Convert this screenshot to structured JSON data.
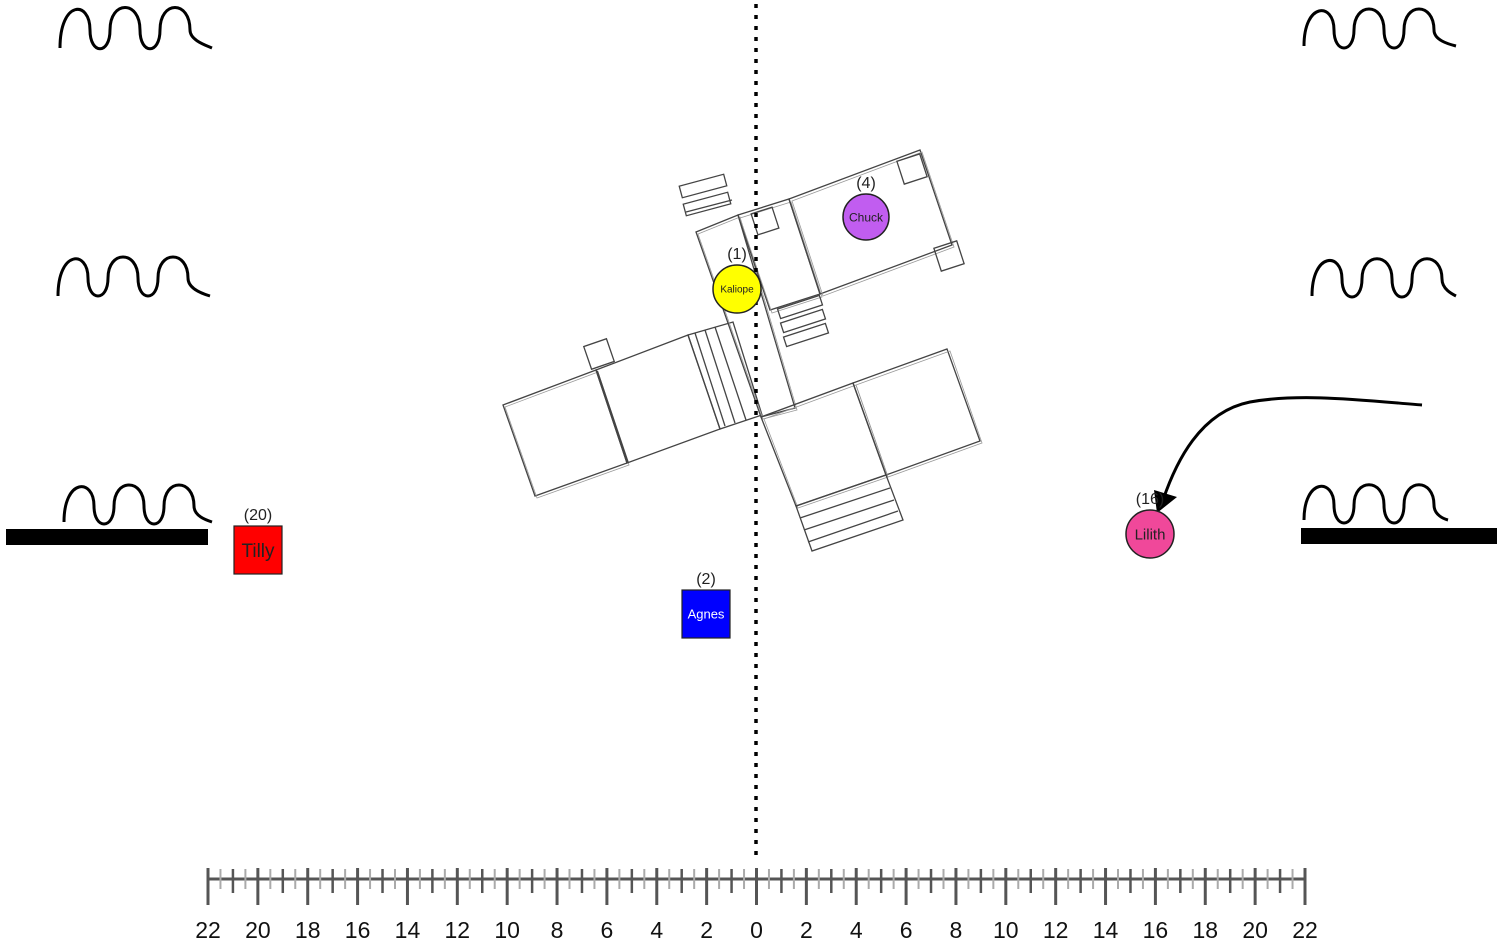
{
  "performers": [
    {
      "id": "kaliope",
      "name": "Kaliope",
      "number": "(1)",
      "shape": "circle",
      "color": "#ffff00",
      "text_color": "#222222"
    },
    {
      "id": "agnes",
      "name": "Agnes",
      "number": "(2)",
      "shape": "square",
      "color": "#0000ff",
      "text_color": "#ffffff"
    },
    {
      "id": "chuck",
      "name": "Chuck",
      "number": "(4)",
      "shape": "circle",
      "color": "#c15df0",
      "text_color": "#222222"
    },
    {
      "id": "lilith",
      "name": "Lilith",
      "number": "(16)",
      "shape": "circle",
      "color": "#f0489a",
      "text_color": "#222222"
    },
    {
      "id": "tilly",
      "name": "Tilly",
      "number": "(20)",
      "shape": "square",
      "color": "#ff0000",
      "text_color": "#222222"
    }
  ],
  "ruler": {
    "labels": [
      "22",
      "20",
      "18",
      "16",
      "14",
      "12",
      "10",
      "8",
      "6",
      "4",
      "2",
      "0",
      "2",
      "4",
      "6",
      "8",
      "10",
      "12",
      "14",
      "16",
      "18",
      "20",
      "22"
    ]
  },
  "colors": {
    "centerline": "#000000",
    "ruler": "#555555",
    "ruler_minor": "#aaaaaa",
    "set_piece": "#444444"
  },
  "icons": [
    "wing-curtain-icon",
    "movement-arrow-icon"
  ]
}
